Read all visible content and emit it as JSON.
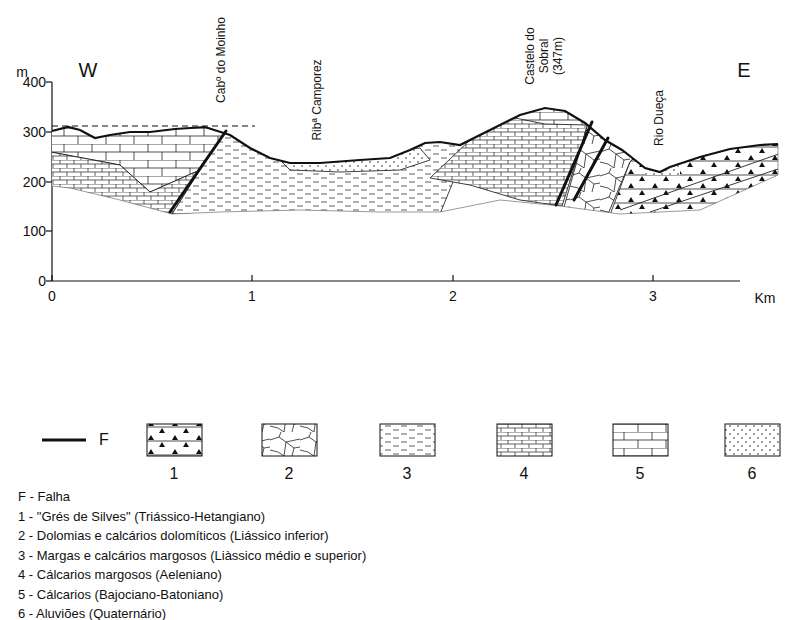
{
  "diagram": {
    "labels": [
      "m",
      "400",
      "300",
      "200",
      "100",
      "0",
      "W",
      "E",
      "Cabº do Moinho",
      "Ribª Camporez",
      "Castelo do Sobral (347m)",
      "Rio Dueça",
      "0",
      "1",
      "2",
      "3",
      "Km",
      "F",
      "1",
      "2",
      "3",
      "4",
      "5",
      "6"
    ],
    "legend": [
      {
        "text": "F - Falha"
      },
      {
        "text": "1 - \"Grés de Silves\" (Triássico-Hetangiano)"
      },
      {
        "text": "2 - Dolomias e calcários dolomíticos (Liássico inferior)"
      },
      {
        "text": "3 - Margas e calcários margosos (Liàssico médio e superior)"
      },
      {
        "text": "4 - Cálcarios margosos (Aeleniano)"
      },
      {
        "text": "5 - Cálcarios (Bajociano-Batoniano)"
      },
      {
        "text": "6 - Aluviões (Quaternário)"
      }
    ]
  }
}
